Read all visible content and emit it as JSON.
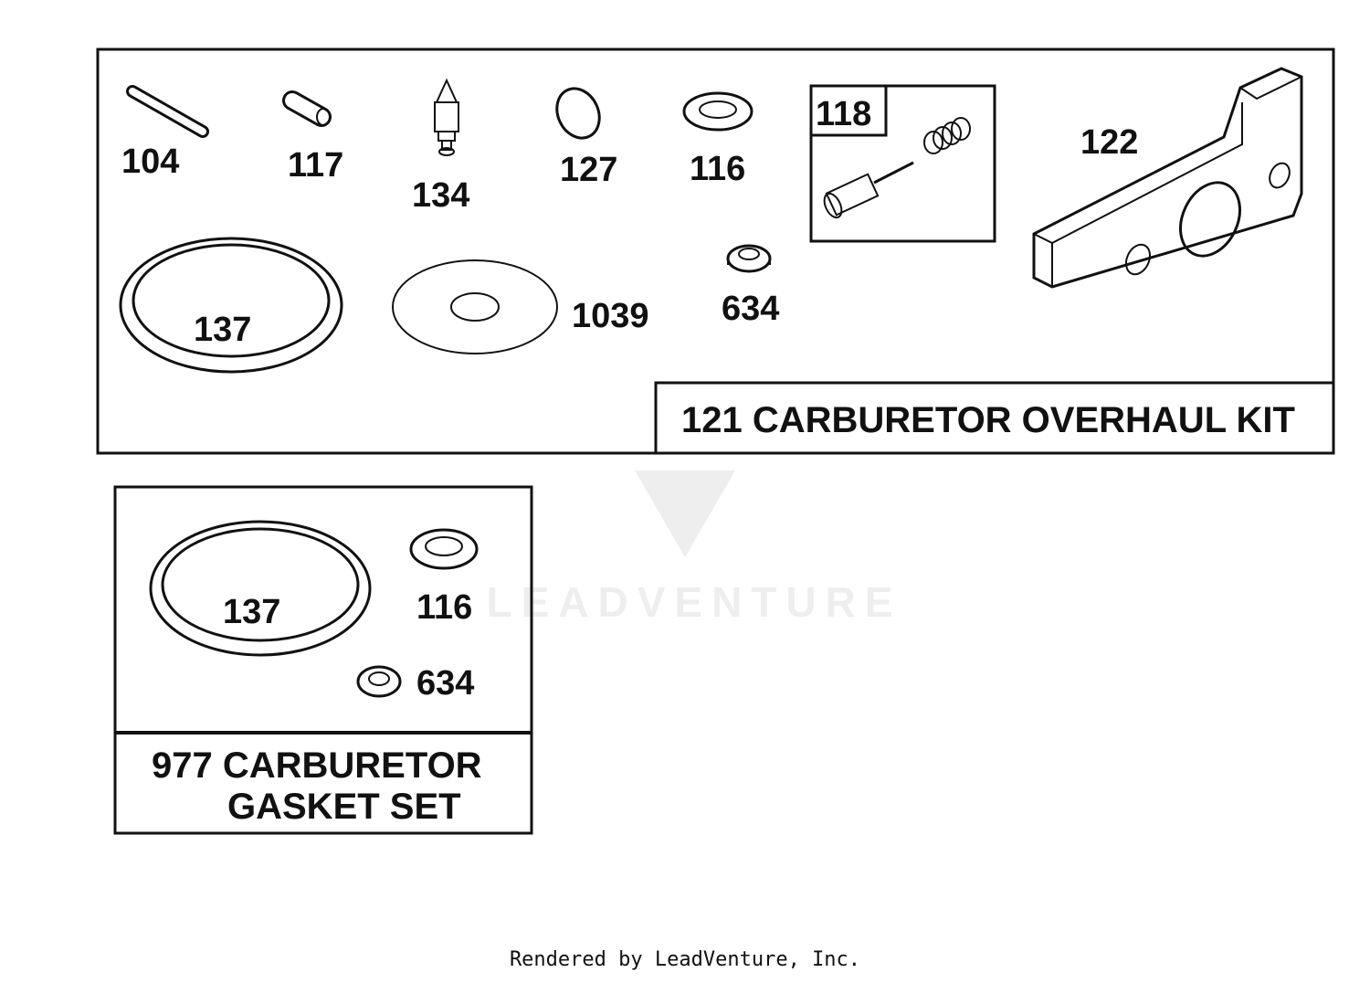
{
  "overhaul_kit": {
    "title": "121 CARBURETOR OVERHAUL KIT",
    "parts": [
      "104",
      "117",
      "134",
      "127",
      "116",
      "118",
      "122",
      "137",
      "1039",
      "634"
    ]
  },
  "gasket_set": {
    "title_line1": "977 CARBURETOR",
    "title_line2": "GASKET SET",
    "parts": [
      "137",
      "116",
      "634"
    ]
  },
  "watermark": {
    "text": "LEADVENTURE"
  },
  "footer": {
    "text": "Rendered by LeadVenture, Inc."
  }
}
